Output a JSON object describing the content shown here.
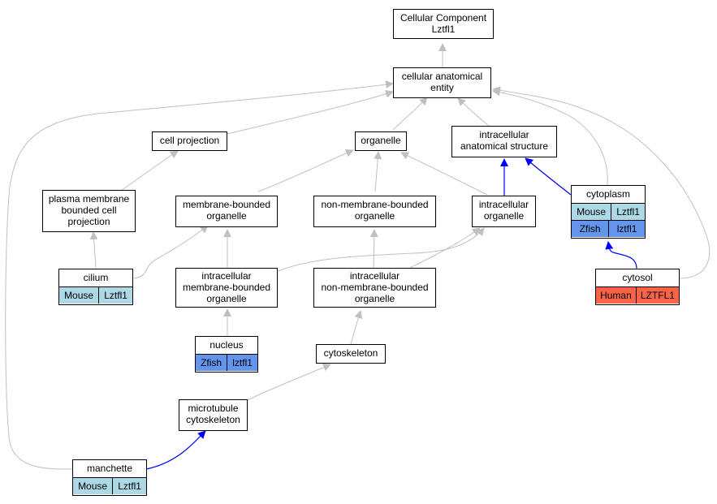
{
  "nodes": {
    "root": "Cellular Component\nLztfl1",
    "cae": "cellular anatomical\nentity",
    "cellproj": "cell projection",
    "organelle": "organelle",
    "ias": "intracellular\nanatomical structure",
    "pmbcp": "plasma membrane\nbounded cell\nprojection",
    "mbo": "membrane-bounded\norganelle",
    "nmbo": "non-membrane-bounded\norganelle",
    "io": "intracellular\norganelle",
    "cytoplasm": "cytoplasm",
    "cilium": "cilium",
    "imbo": "intracellular\nmembrane-bounded\norganelle",
    "inmbo": "intracellular\nnon-membrane-bounded\norganelle",
    "cytosol": "cytosol",
    "nucleus": "nucleus",
    "cytoskeleton": "cytoskeleton",
    "mtcs": "microtubule\ncytoskeleton",
    "manchette": "manchette"
  },
  "annotations": {
    "cytoplasm": [
      {
        "species": "Mouse",
        "gene": "Lztfl1"
      },
      {
        "species": "Zfish",
        "gene": "lztfl1"
      }
    ],
    "cilium": [
      {
        "species": "Mouse",
        "gene": "Lztfl1"
      }
    ],
    "cytosol": [
      {
        "species": "Human",
        "gene": "LZTFL1"
      }
    ],
    "nucleus": [
      {
        "species": "Zfish",
        "gene": "lztfl1"
      }
    ],
    "manchette": [
      {
        "species": "Mouse",
        "gene": "Lztfl1"
      }
    ]
  },
  "colors": {
    "edge_gray": "#c0c0c0",
    "edge_blue": "#0000ff",
    "mouse": "#add8e6",
    "zfish": "#6495ed",
    "human": "#fa6347"
  }
}
